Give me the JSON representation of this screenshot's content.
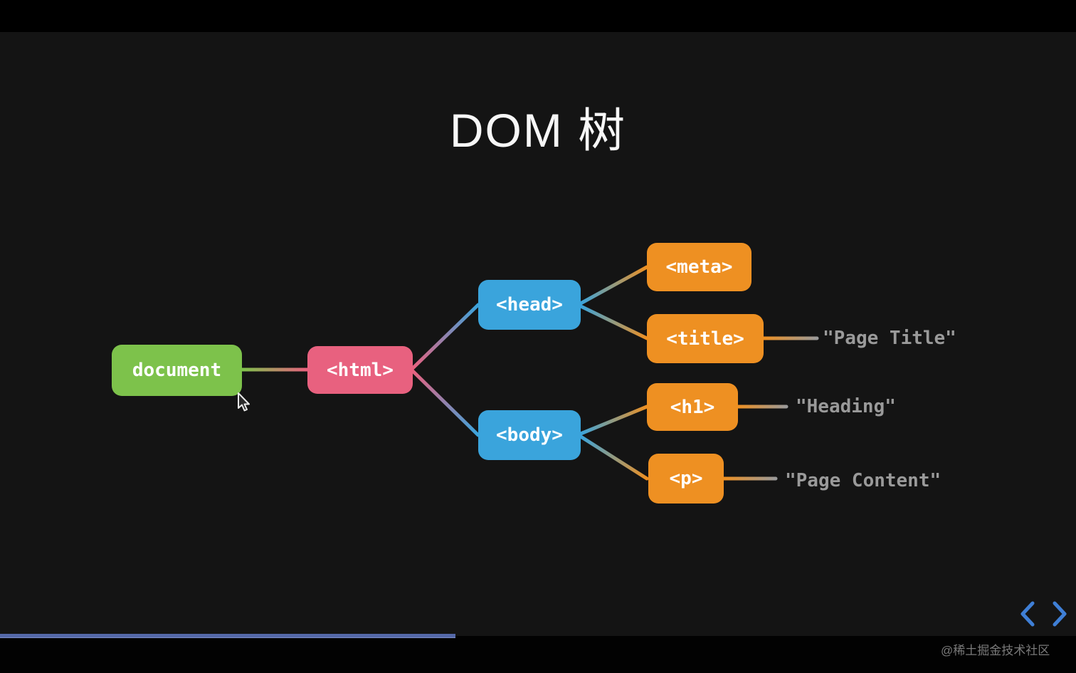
{
  "page": {
    "title": "DOM 树",
    "watermark": "@稀土掘金技术社区"
  },
  "colors": {
    "canvas_background": "#141414",
    "letterbox": "#000000",
    "node_green": "#7dc24b",
    "node_pink": "#e8617f",
    "node_blue": "#3aa4dc",
    "node_orange": "#ee9022",
    "text_node_gray": "#9a9a9a",
    "nav_chevron_blue": "#3f7fd6",
    "progress_blue": "#5468a8"
  },
  "tree": {
    "nodes": {
      "document": "document",
      "html": "<html>",
      "head": "<head>",
      "body": "<body>",
      "meta": "<meta>",
      "title": "<title>",
      "h1": "<h1>",
      "p": "<p>"
    },
    "text_labels": {
      "page_title": "\"Page Title\"",
      "heading": "\"Heading\"",
      "page_content": "\"Page Content\""
    },
    "structure": {
      "document": [
        "html"
      ],
      "html": [
        "head",
        "body"
      ],
      "head": [
        "meta",
        "title"
      ],
      "body": [
        "h1",
        "p"
      ],
      "title": [
        "\"Page Title\""
      ],
      "h1": [
        "\"Heading\""
      ],
      "p": [
        "\"Page Content\""
      ]
    }
  },
  "progress": {
    "percent": 42.3
  }
}
